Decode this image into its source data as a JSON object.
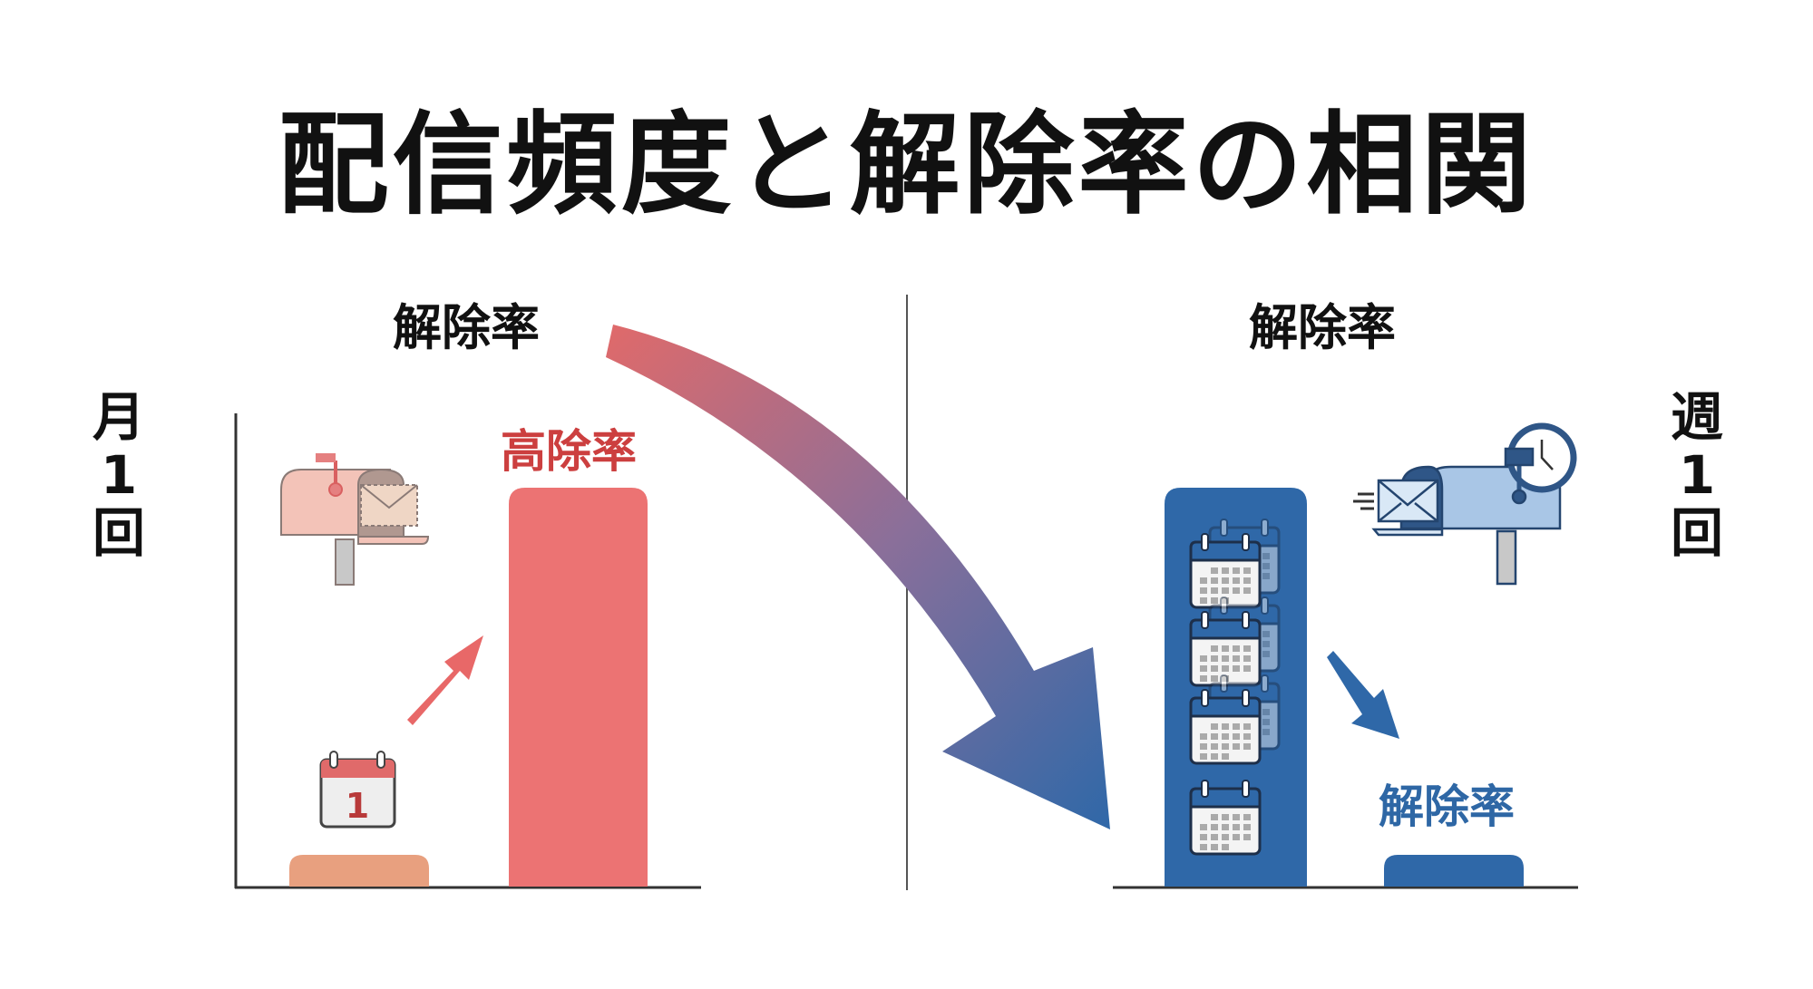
{
  "title": "配信頻度と解除率の相関",
  "left_panel": {
    "header": "解除率",
    "side_label": [
      "月",
      "1",
      "回"
    ],
    "bar_label": "高除率",
    "calendar_number": "1",
    "colors": {
      "small_bar": "#e8a07f",
      "tall_bar": "#ec7373",
      "accent": "#cc3f3f"
    },
    "icons": [
      "mailbox-icon",
      "calendar-icon",
      "arrow-up-right-icon"
    ]
  },
  "right_panel": {
    "header": "解除率",
    "side_label": [
      "週",
      "1",
      "回"
    ],
    "bar_label": "解除率",
    "colors": {
      "tall_bar": "#2f68a8",
      "small_bar": "#2f68a8",
      "accent": "#2e67a5"
    },
    "icons": [
      "mailbox-clock-icon",
      "calendar-stack-icon",
      "arrow-down-right-icon"
    ]
  },
  "transition_arrow": {
    "from_color": "#e06a6a",
    "to_color": "#2f68a8"
  }
}
